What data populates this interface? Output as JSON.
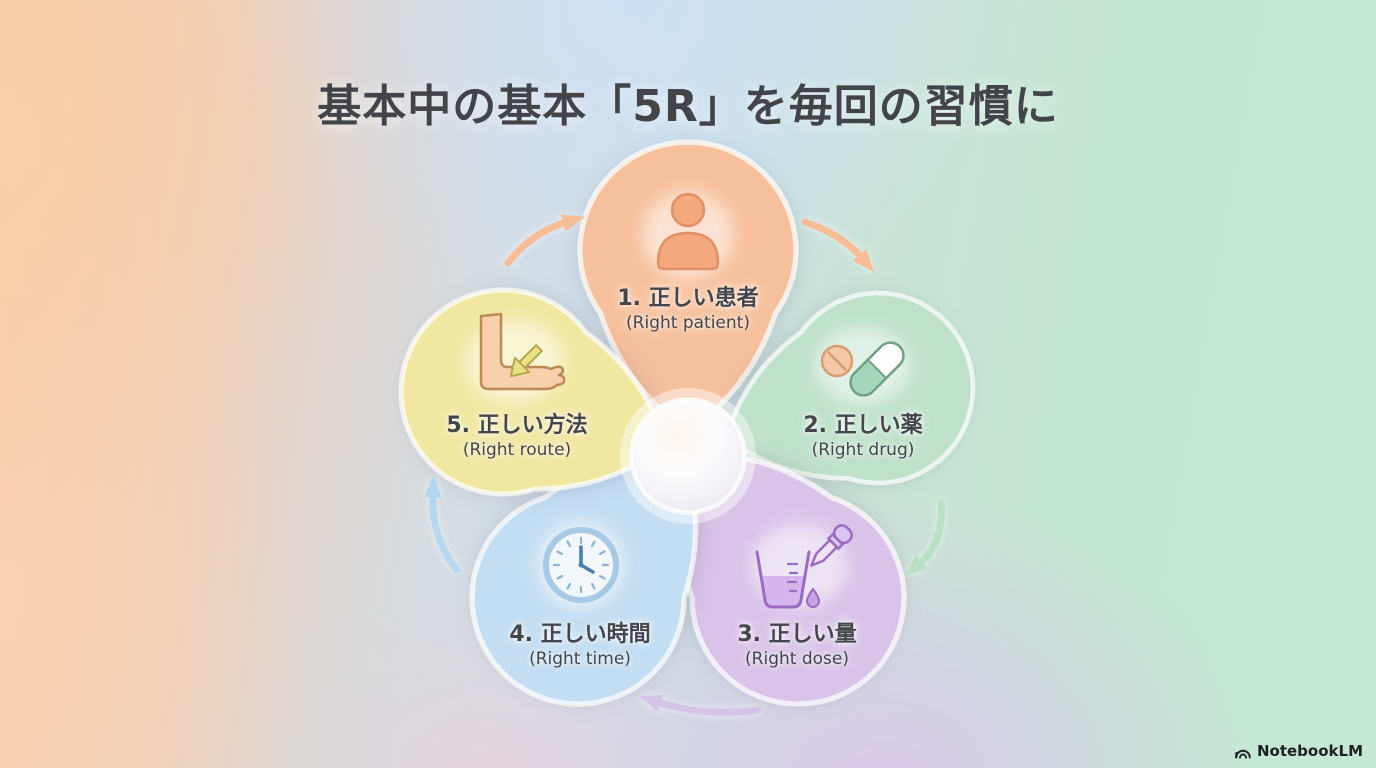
{
  "title": "基本中の基本「5R」を毎回の習慣に",
  "diagram": {
    "type": "cycle-flower",
    "petals": [
      {
        "order": 1,
        "label_jp": "1. 正しい患者",
        "label_en": "(Right patient)",
        "color": "#f7c09c",
        "icon": "person-icon"
      },
      {
        "order": 2,
        "label_jp": "2. 正しい薬",
        "label_en": "(Right drug)",
        "color": "#bfe1ca",
        "icon": "pills-icon"
      },
      {
        "order": 3,
        "label_jp": "3. 正しい量",
        "label_en": "(Right dose)",
        "color": "#d9c3e9",
        "icon": "beaker-dropper-icon"
      },
      {
        "order": 4,
        "label_jp": "4. 正しい時間",
        "label_en": "(Right time)",
        "color": "#c3ddf2",
        "icon": "clock-icon"
      },
      {
        "order": 5,
        "label_jp": "5. 正しい方法",
        "label_en": "(Right route)",
        "color": "#f0e7a0",
        "icon": "arm-injection-icon"
      }
    ],
    "arrows": [
      {
        "from": 5,
        "to": 1,
        "color": "#f6bd96"
      },
      {
        "from": 1,
        "to": 2,
        "color": "#f6bd96"
      },
      {
        "from": 2,
        "to": 3,
        "color": "#b9e0c4"
      },
      {
        "from": 3,
        "to": 4,
        "color": "#d8c3e8"
      },
      {
        "from": 4,
        "to": 5,
        "color": "#b7d7f0"
      }
    ]
  },
  "watermark": {
    "label": "NotebookLM"
  },
  "colors": {
    "title_text": "#434449",
    "label_text": "#45464b",
    "background_corners": [
      "#f8cba4",
      "#cfe0f4",
      "#c3e7d1",
      "#ddc7eb"
    ]
  }
}
